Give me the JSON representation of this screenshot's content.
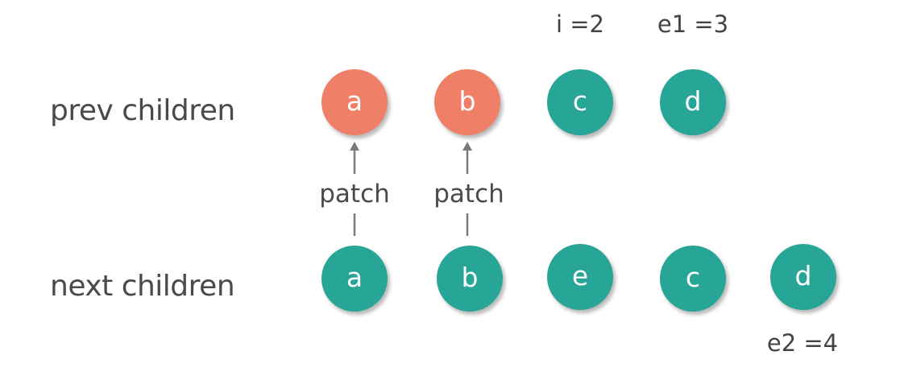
{
  "rows": {
    "prev_label": "prev children",
    "next_label": "next children"
  },
  "prev_nodes": [
    {
      "label": "a",
      "state": "patched",
      "color": "#f07f67"
    },
    {
      "label": "b",
      "state": "patched",
      "color": "#f07f67"
    },
    {
      "label": "c",
      "state": "unprocessed",
      "color": "#27a596"
    },
    {
      "label": "d",
      "state": "unprocessed",
      "color": "#27a596"
    }
  ],
  "next_nodes": [
    {
      "label": "a",
      "color": "#27a596"
    },
    {
      "label": "b",
      "color": "#27a596"
    },
    {
      "label": "e",
      "color": "#27a596"
    },
    {
      "label": "c",
      "color": "#27a596"
    },
    {
      "label": "d",
      "color": "#27a596"
    }
  ],
  "pointers": {
    "i": "i =2",
    "e1": "e1 =3",
    "e2": "e2 =4"
  },
  "links": [
    {
      "label": "patch"
    },
    {
      "label": "patch"
    }
  ],
  "colors": {
    "teal": "#27a596",
    "orange": "#f07f67",
    "text": "#4a4a4a",
    "arrow": "#7a7a7a"
  }
}
